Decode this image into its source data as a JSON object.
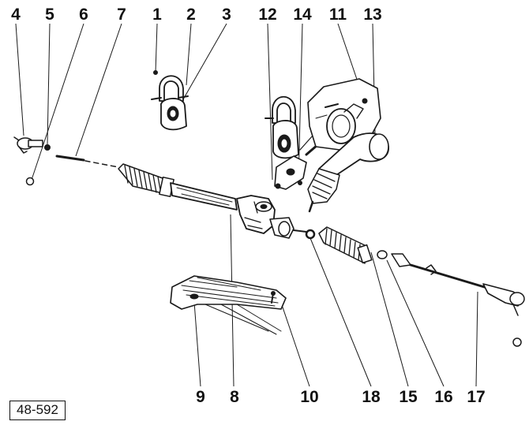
{
  "diagram": {
    "callouts": [
      "1",
      "2",
      "3",
      "4",
      "5",
      "6",
      "7",
      "8",
      "9",
      "10",
      "11",
      "12",
      "13",
      "14",
      "15",
      "16",
      "17",
      "18"
    ],
    "reference_code": "48-592"
  }
}
